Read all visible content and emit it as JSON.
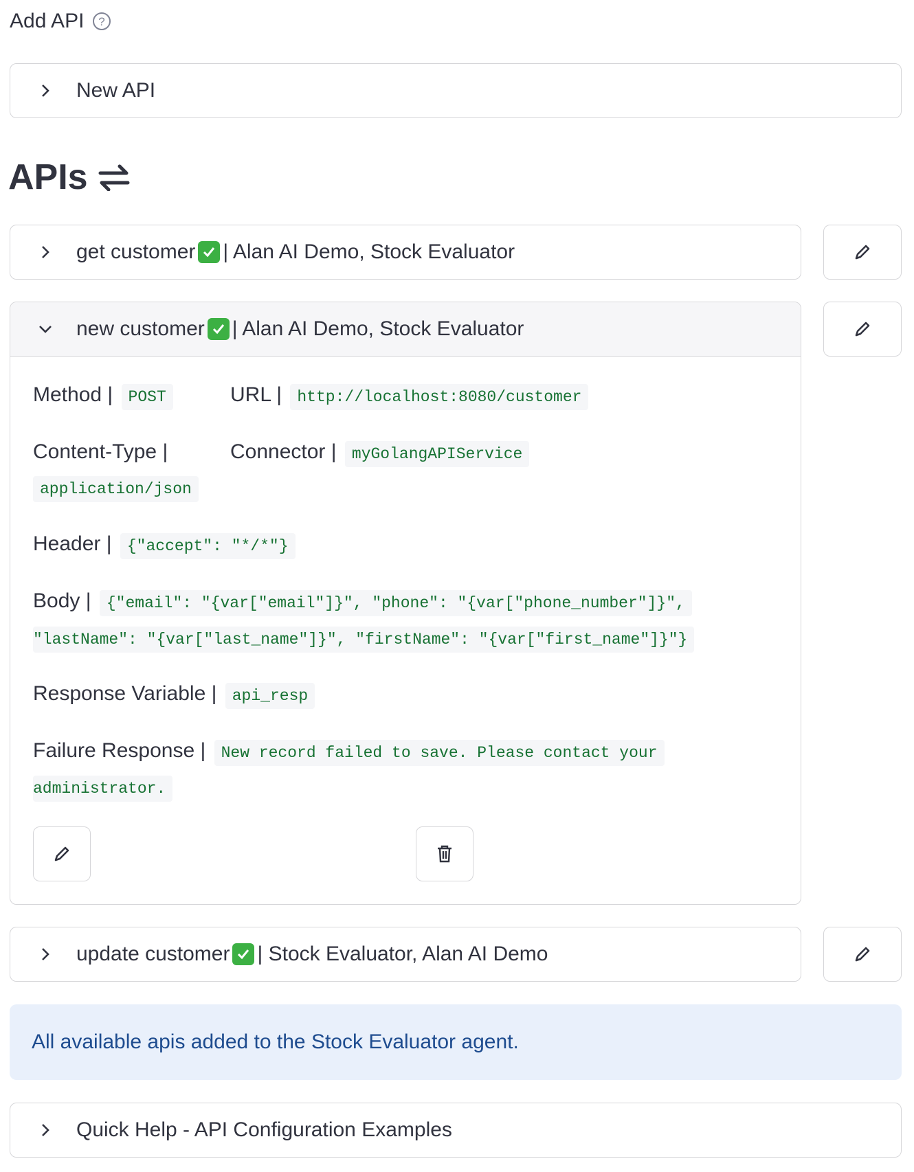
{
  "add_api": {
    "label": "Add API",
    "help_icon": "question-circle-icon"
  },
  "new_api_expander": {
    "label": "New API"
  },
  "section_title": "APIs",
  "apis": [
    {
      "name": "get customer",
      "agents": "| Alan AI Demo, Stock Evaluator",
      "expanded": false
    },
    {
      "name": "new customer",
      "agents": "| Alan AI Demo, Stock Evaluator",
      "expanded": true
    },
    {
      "name": "update customer",
      "agents": "| Stock Evaluator, Alan AI Demo",
      "expanded": false
    }
  ],
  "detail": {
    "method_label": "Method |",
    "method_value": "POST",
    "url_label": "URL |",
    "url_value": "http://localhost:8080/customer",
    "content_type_label": "Content-Type |",
    "content_type_value": "application/json",
    "connector_label": "Connector |",
    "connector_value": "myGolangAPIService",
    "header_label": "Header |",
    "header_value": "{\"accept\": \"*/*\"}",
    "body_label": "Body |",
    "body_line1": "{\"email\": \"{var[\"email\"]}\", \"phone\": \"{var[\"phone_number\"]}\",",
    "body_line2": "\"lastName\": \"{var[\"last_name\"]}\", \"firstName\": \"{var[\"first_name\"]}\"}",
    "response_var_label": "Response Variable |",
    "response_var_value": "api_resp",
    "failure_label": "Failure Response |",
    "failure_line1": "New record failed to save. Please contact your",
    "failure_line2": "administrator."
  },
  "info_message": "All available apis added to the Stock Evaluator agent.",
  "quick_help": {
    "label": "Quick Help - API Configuration Examples"
  },
  "colors": {
    "check": "#3cb043",
    "code": "#177233",
    "info_bg": "#e9f0fb",
    "info_text": "#1e4c8f"
  }
}
